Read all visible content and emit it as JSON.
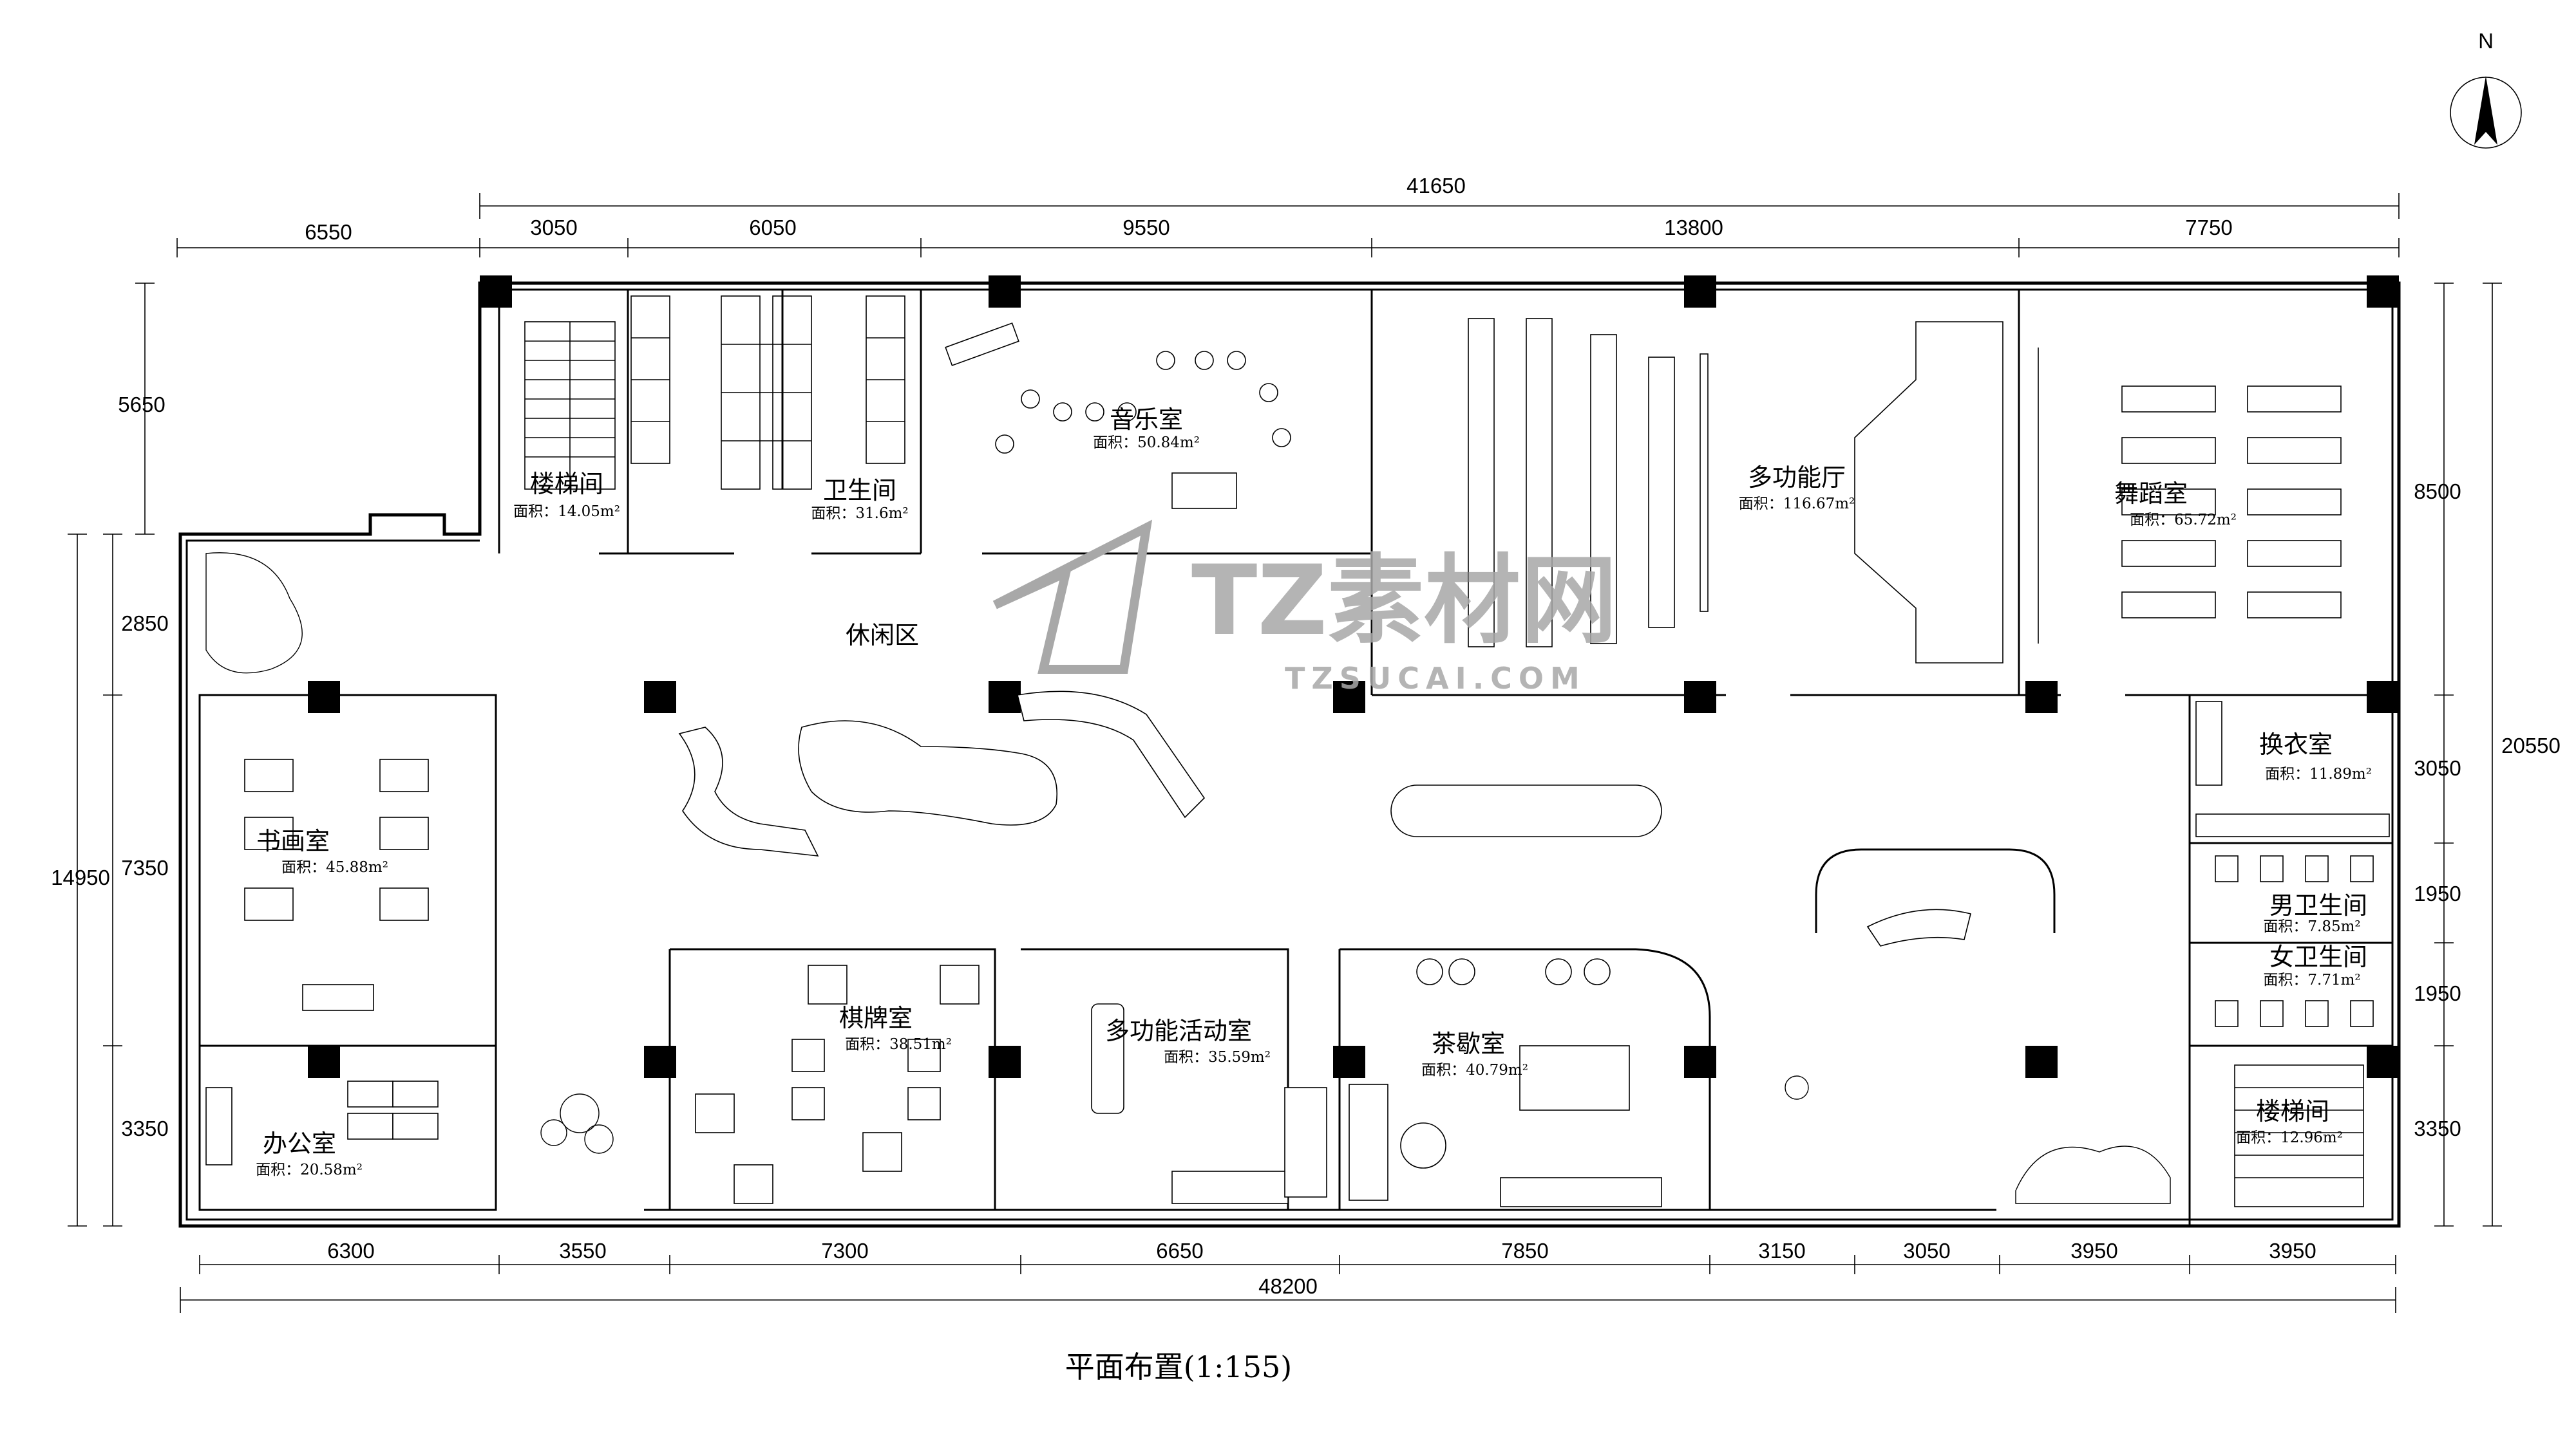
{
  "title": "平面布置(1:155)",
  "north": "N",
  "watermark": {
    "brand": "TZ素材网",
    "url": "TZSUCAI.COM"
  },
  "dimensions": {
    "top_total": "41650",
    "top_left": "6550",
    "top": [
      "3050",
      "6050",
      "9550",
      "13800",
      "7750"
    ],
    "bottom": [
      "6300",
      "3550",
      "7300",
      "6650",
      "7850",
      "3150",
      "3050",
      "3950",
      "3950"
    ],
    "bottom_total": "48200",
    "left_upper": "5650",
    "left": [
      "2850",
      "7350",
      "3350"
    ],
    "left_total": "14950",
    "right": [
      "8500",
      "3050",
      "1950",
      "1950",
      "3350"
    ],
    "right_total": "20550"
  },
  "rooms": {
    "stair_top": {
      "name": "楼梯间",
      "area": "面积：14.05m²"
    },
    "wc": {
      "name": "卫生间",
      "area": "面积：31.6m²"
    },
    "music": {
      "name": "音乐室",
      "area": "面积：50.84m²"
    },
    "hall": {
      "name": "多功能厅",
      "area": "面积：116.67m²"
    },
    "dance": {
      "name": "舞蹈室",
      "area": "面积：65.72m²"
    },
    "lounge": {
      "name": "休闲区"
    },
    "calligraphy": {
      "name": "书画室",
      "area": "面积：45.88m²"
    },
    "cards": {
      "name": "棋牌室",
      "area": "面积：38.51m²"
    },
    "activity": {
      "name": "多功能活动室",
      "area": "面积：35.59m²"
    },
    "tea": {
      "name": "茶歇室",
      "area": "面积：40.79m²"
    },
    "office": {
      "name": "办公室",
      "area": "面积：20.58m²"
    },
    "changing": {
      "name": "换衣室",
      "area": "面积：11.89m²"
    },
    "men_wc": {
      "name": "男卫生间",
      "area": "面积：7.85m²"
    },
    "women_wc": {
      "name": "女卫生间",
      "area": "面积：7.71m²"
    },
    "stair_bottom": {
      "name": "楼梯间",
      "area": "面积：12.96m²"
    }
  }
}
